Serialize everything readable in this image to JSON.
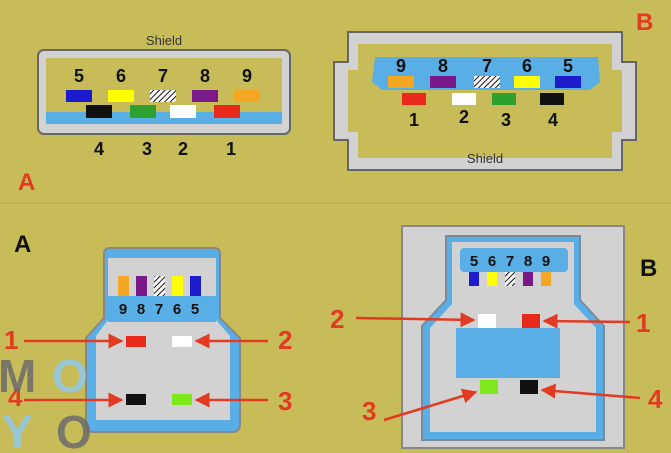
{
  "colors": {
    "background": "#c8bc59",
    "connector_blue": "#5aaee6",
    "connector_gray": "#d2d2d2",
    "label_red": "#e23b22",
    "pin_blue": "#1c1ccc",
    "pin_yellow": "#ffff00",
    "pin_purple": "#7a1a8a",
    "pin_orange": "#f5a623",
    "pin_black": "#111111",
    "pin_green": "#2ea02e",
    "pin_white": "#ffffff",
    "pin_red": "#e8291c",
    "pin_lime": "#7ee81c"
  },
  "panel_a_top": {
    "letter": "A",
    "shield_label": "Shield",
    "top_row_numbers": [
      "5",
      "6",
      "7",
      "8",
      "9"
    ],
    "bottom_row_numbers": [
      "4",
      "3",
      "2",
      "1"
    ]
  },
  "panel_b_top": {
    "letter": "B",
    "shield_label": "Shield",
    "top_row_numbers": [
      "9",
      "8",
      "7",
      "6",
      "5"
    ],
    "bottom_row_numbers": [
      "1",
      "2",
      "3",
      "4"
    ]
  },
  "panel_a_bottom": {
    "letter": "A",
    "pin_row_numbers": [
      "9",
      "8",
      "7",
      "6",
      "5"
    ],
    "callouts": [
      "1",
      "2",
      "4",
      "3"
    ]
  },
  "panel_b_bottom": {
    "letter": "B",
    "pin_row_numbers": [
      "5",
      "6",
      "7",
      "8",
      "9"
    ],
    "callouts": [
      "2",
      "1",
      "3",
      "4"
    ]
  },
  "watermark": {
    "letters": [
      "M",
      "O",
      "Y",
      "O"
    ]
  }
}
